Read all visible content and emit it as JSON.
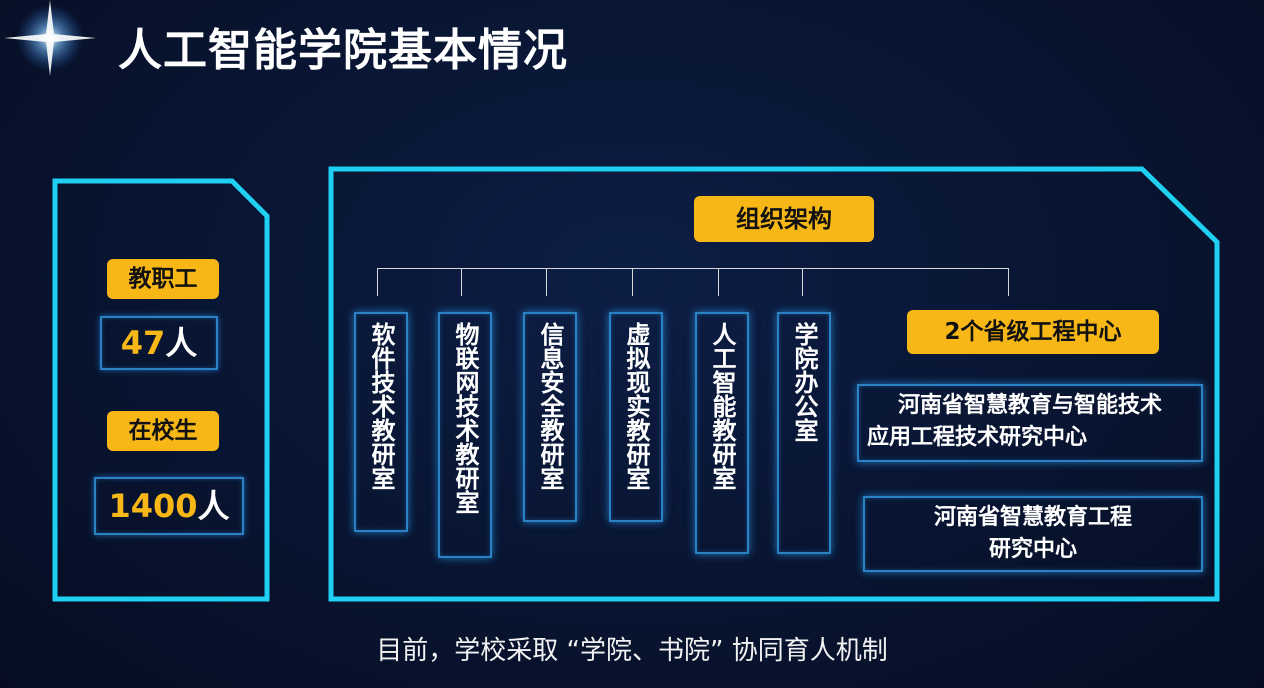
{
  "title": "人工智能学院基本情况",
  "stats": {
    "staff_label": "教职工",
    "staff_count": "47",
    "staff_unit": "人",
    "student_label": "在校生",
    "student_count": "1400",
    "student_unit": "人"
  },
  "org": {
    "label": "组织架构",
    "departments": [
      "软件技术教研室",
      "物联网技术教研室",
      "信息安全教研室",
      "虚拟现实教研室",
      "人工智能教研室",
      "学院办公室"
    ],
    "centers_label": "2个省级工程中心",
    "center1_line1": "河南省智慧教育与智能技术",
    "center1_line2": "应用工程技术研究中心",
    "center2_line1": "河南省智慧教育工程",
    "center2_line2": "研究中心"
  },
  "footer": "目前，学校采取 “学院、书院” 协同育人机制",
  "colors": {
    "accent_gold": "#f7b716",
    "frame_cyan": "#1fd0f2",
    "box_blue": "#2a82c4",
    "background": "#091634"
  }
}
